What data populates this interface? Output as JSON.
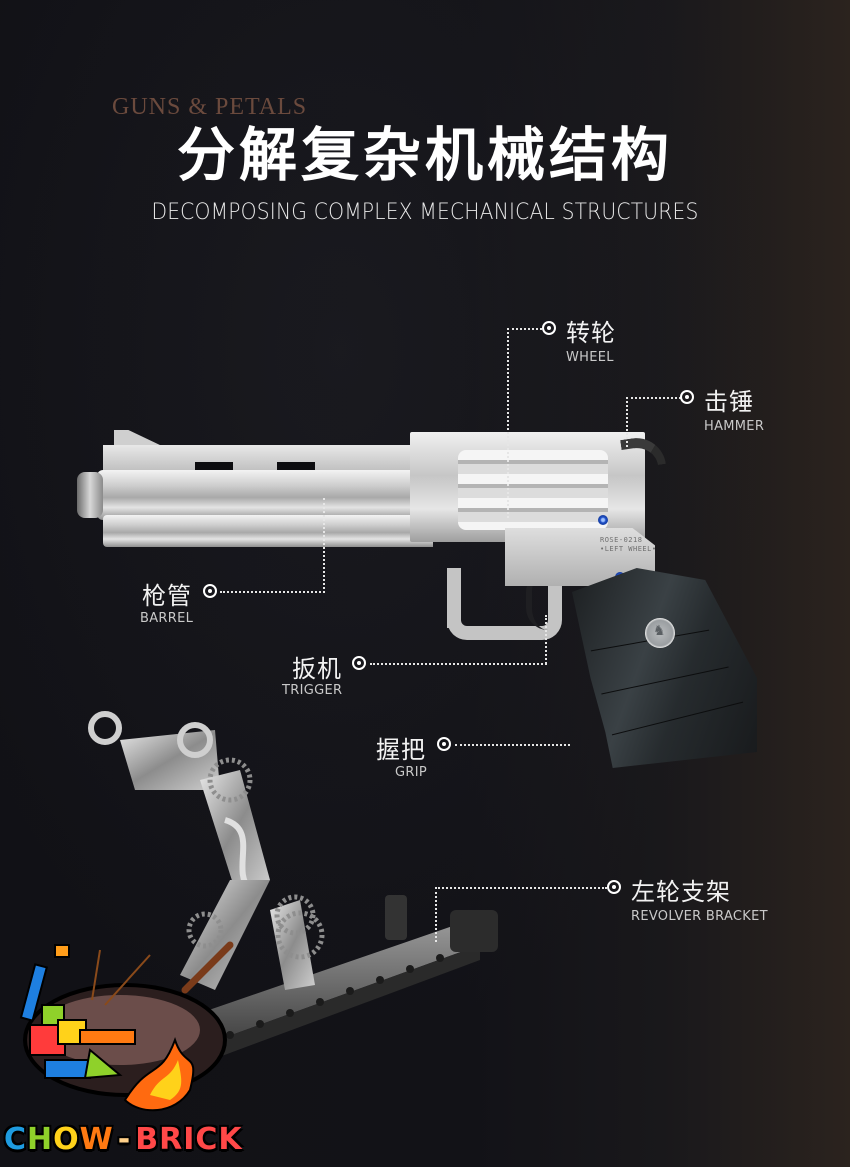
{
  "header": {
    "watermark": "GUNS & PETALS",
    "title": "分解复杂机械结构",
    "subtitle": "DECOMPOSING COMPLEX MECHANICAL STRUCTURES"
  },
  "product": {
    "plate_model": "ROSE-0218",
    "plate_sub": "•LEFT WHEEL•",
    "medallion_icon": "horse-emblem"
  },
  "callouts": [
    {
      "id": "wheel",
      "cn": "转轮",
      "en": "WHEEL"
    },
    {
      "id": "hammer",
      "cn": "击锤",
      "en": "HAMMER"
    },
    {
      "id": "barrel",
      "cn": "枪管",
      "en": "BARREL"
    },
    {
      "id": "trigger",
      "cn": "扳机",
      "en": "TRIGGER"
    },
    {
      "id": "grip",
      "cn": "握把",
      "en": "GRIP"
    },
    {
      "id": "revolver_bracket",
      "cn": "左轮支架",
      "en": "REVOLVER BRACKET"
    }
  ],
  "logo": {
    "letters": [
      {
        "ch": "C",
        "color": "#1e9be0"
      },
      {
        "ch": "H",
        "color": "#8fd12a"
      },
      {
        "ch": "O",
        "color": "#ffd21a"
      },
      {
        "ch": "W",
        "color": "#ff7a12"
      },
      {
        "ch": "-",
        "color": "#ffd08a"
      },
      {
        "ch": "B",
        "color": "#ff4848"
      },
      {
        "ch": "R",
        "color": "#ff4848"
      },
      {
        "ch": "I",
        "color": "#ff4848"
      },
      {
        "ch": "C",
        "color": "#ff4848"
      },
      {
        "ch": "K",
        "color": "#ff4848"
      }
    ]
  },
  "colors": {
    "background_left": "#111116",
    "background_right": "#2b231e",
    "watermark": "#6b4a3d",
    "text": "#ffffff",
    "caption": "#c9c9c9"
  }
}
